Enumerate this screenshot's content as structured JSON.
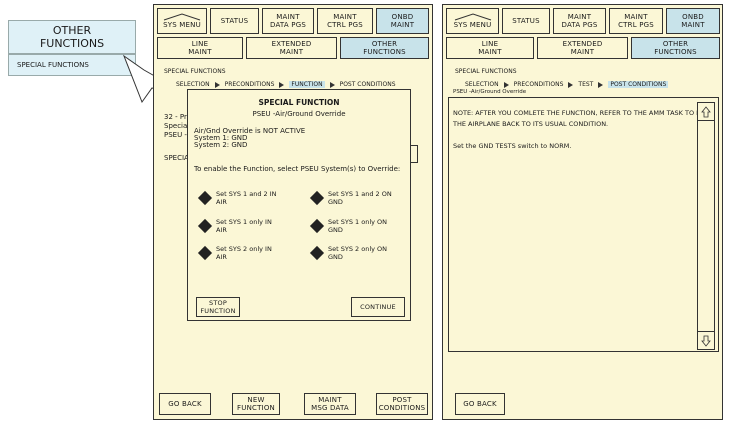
{
  "callout": {
    "other_functions": "OTHER\nFUNCTIONS",
    "special_functions": "SPECIAL FUNCTIONS"
  },
  "left": {
    "tabs": {
      "sys_menu": "SYS MENU",
      "status": "STATUS",
      "maint_data": "MAINT\nDATA PGS",
      "maint_ctrl": "MAINT\nCTRL PGS",
      "onbd_maint": "ONBD\nMAINT"
    },
    "subtabs": {
      "line": "LINE\nMAINT",
      "extended": "EXTENDED\nMAINT",
      "other": "OTHER\nFUNCTIONS"
    },
    "section_title": "SPECIAL FUNCTIONS",
    "crumbs": [
      "SELECTION",
      "PRECONDITIONS",
      "FUNCTION",
      "POST CONDITIONS"
    ],
    "bg_text": {
      "line1": "32 - Pr",
      "line2": "Special",
      "line3": "PSEU -",
      "line4": "SPECIA"
    },
    "dialog": {
      "title": "SPECIAL FUNCTION",
      "subtitle": "PSEU -Air/Ground Override",
      "status1": "Air/Gnd Override is NOT ACTIVE",
      "status2": "System 1: GND",
      "status3": "System 2: GND",
      "instruction": "To enable the Function, select PSEU System(s) to Override:",
      "options": [
        "Set SYS 1 and 2 IN\nAIR",
        "Set SYS 1 and 2 ON\nGND",
        "Set SYS 1 only IN\nAIR",
        "Set SYS 1 only ON\nGND",
        "Set SYS 2 only IN\nAIR",
        "Set SYS 2 only ON\nGND"
      ],
      "stop_label": "STOP\nFUNCTION",
      "continue_label": "CONTINUE"
    },
    "bottom": {
      "go_back": "GO BACK",
      "new_function": "NEW\nFUNCTION",
      "maint_msg": "MAINT\nMSG DATA",
      "post_conditions": "POST\nCONDITIONS"
    }
  },
  "right": {
    "tabs": {
      "sys_menu": "SYS MENU",
      "status": "STATUS",
      "maint_data": "MAINT\nDATA PGS",
      "maint_ctrl": "MAINT\nCTRL PGS",
      "onbd_maint": "ONBD\nMAINT"
    },
    "subtabs": {
      "line": "LINE\nMAINT",
      "extended": "EXTENDED\nMAINT",
      "other": "OTHER\nFUNCTIONS"
    },
    "section_title": "SPECIAL FUNCTIONS",
    "crumbs": [
      "SELECTION",
      "PRECONDITIONS",
      "TEST",
      "POST CONDITIONS"
    ],
    "subtitle": "PSEU -Air/Ground Override",
    "note1": "NOTE: AFTER YOU COMLETE THE FUNCTION, REFER TO THE AMM TASK TO PUT",
    "note2": "THE AIRPLANE BACK TO ITS USUAL CONDITION.",
    "note3": "Set the GND TESTS switch to NORM.",
    "bottom": {
      "go_back": "GO BACK"
    }
  },
  "colors": {
    "panel_bg": "#fbf7d6",
    "selected": "#c8e3ea",
    "callout": "#dff1f7"
  }
}
